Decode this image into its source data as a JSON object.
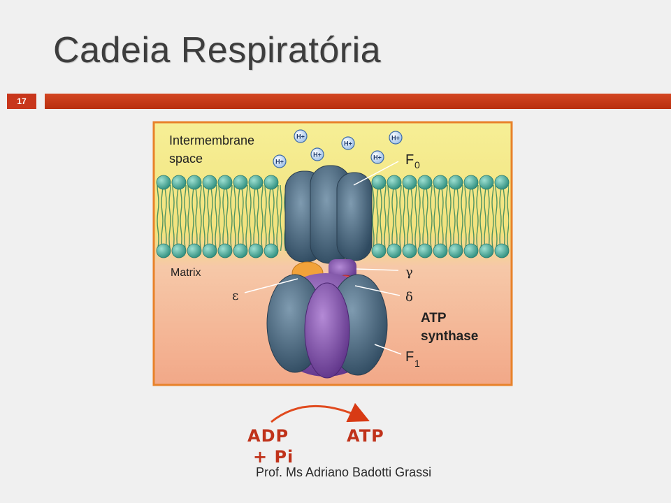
{
  "slide": {
    "title": "Cadeia Respiratória",
    "number": "17",
    "author": "Prof. Ms Adriano Badotti Grassi",
    "accent_color": "#c8361b"
  },
  "figure": {
    "intermembrane_label_1": "Intermembrane",
    "intermembrane_label_2": "space",
    "matrix_label": "Matrix",
    "proton_label": "H+",
    "f0_label": "F",
    "f0_sub": "0",
    "f1_label": "F",
    "f1_sub": "1",
    "gamma_label": "γ",
    "delta_label": "δ",
    "epsilon_label": "ε",
    "enzyme_label_1": "ATP",
    "enzyme_label_2": "synthase",
    "colors": {
      "intermembrane": "#f4ec8c",
      "matrix": "#f4b89a",
      "frame": "#e8822a",
      "lipid_head": "#5fb8a8",
      "lipid_tail": "#3d8a5c",
      "subunit_blue": "#4a6a80",
      "subunit_purple": "#8a5ab0",
      "epsilon": "#f2a23a",
      "delta": "#e04a50"
    }
  },
  "reaction": {
    "substrate_1": "ADP",
    "substrate_2": "+ Pi",
    "product": "ATP"
  }
}
